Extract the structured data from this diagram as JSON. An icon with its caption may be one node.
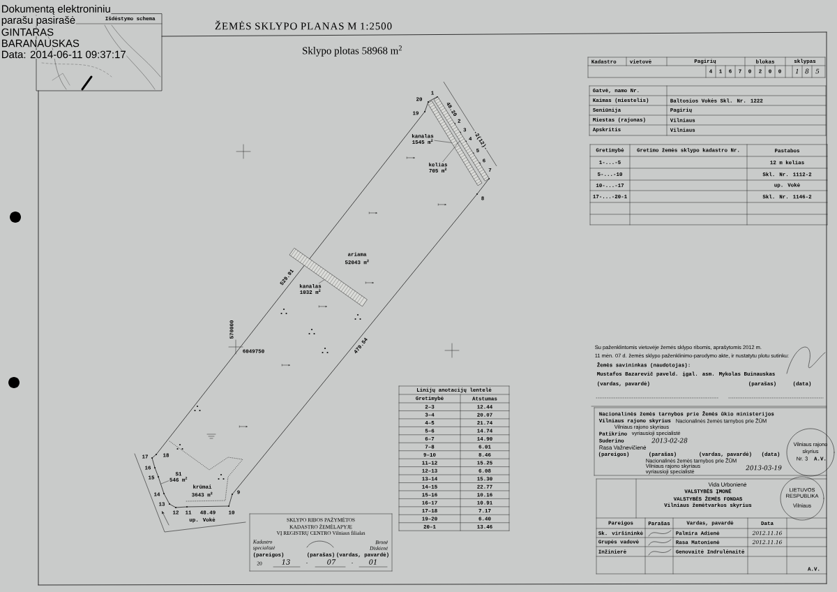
{
  "diagram": {
    "title": "ŽEMĖS SKLYPO PLANAS M 1:2500",
    "nodes": [
      {
        "text": [
          "kanalas",
          "1545 m$^{2}$"
        ]
      },
      {
        "text": [],
        "shape": "bar"
      },
      {
        "text": [
          "kelias",
          "705 m$^{2}$"
        ]
      },
      {
        "text": [],
        "shape": "bar"
      },
      {
        "text": [
          "kanalas",
          "1032 m$^{2}$"
        ]
      },
      {
        "text": [],
        "shape": "bar"
      },
      {
        "text": [
          "S1",
          "546 m$^{2}$"
        ]
      }
    ],
    "edges": [
      {
        "from": 0,
        "to": 1,
        "arrow": "none"
      },
      {
        "from": 2,
        "to": 3,
        "arrow": "none"
      },
      {
        "from": 4,
        "to": 5,
        "arrow": "none"
      },
      {
        "from": 6,
        "to": null,
        "arrow": "none"
      }
    ],
    "labels": [
      "Dokumentą elektroniniu",
      "parašu pasirašė",
      "GINTARAS",
      "BARANAUSKAS",
      "Data: 2014-06-11 09:37:17",
      "Išdėstymo schema",
      "Sklypo plotas 58968 m$^{2}$",
      "Kadastro",
      "vietovė",
      "Pagirių",
      "blokas",
      "sklypas",
      "4",
      "1",
      "6",
      "7",
      "0",
      "2",
      "0",
      "0",
      "1",
      "8",
      "5",
      "Gatvė, namo Nr.",
      "Kaimas (miestelis)",
      "Baltosios Vokės Skl. Nr. 1222",
      "Seniūnija",
      "Pagirių",
      "Miestas (rajonas)",
      "Vilniaus",
      "Apskritis",
      "Vilniaus",
      "Gretimybė",
      "Gretimo žemės sklypo kadastro Nr.",
      "Pastabos",
      "1-...-5",
      "12 m kelias",
      "5-...-10",
      "Skl. Nr. 1112-2",
      "10-...-17",
      "up. Vokė",
      "17-...-20-1",
      "Skl. Nr. 1146-2",
      "Su paženklintomis vietovėje žemės sklypo ribomis, aprašytomis 2012 m.",
      "11 mėn. 07 d. žemės sklypo paženklinimo-parodymo akte, ir nustatytu plotu sutinku:",
      "Žemės savininkas (naudotojas):",
      "Mustafos Bazarevič paveld. įgal. asm. Mykolas Buinauskas",
      "(vardas, pavardė)",
      "(parašas)",
      "(data)",
      "Nacionalinės žemės tarnybos prie Žemės ūkio ministerijos",
      "Vilniaus rajono skyrius",
      "Nacionalinės žemės tarnybos prie ŽŪM",
      "Vilniaus rajono skyriaus",
      "Patikrino",
      "vyriausioji specialistė",
      "Suderino",
      "2013-02-28",
      "Rasa Važnevičienė",
      "(pareigos)",
      "(parašas)",
      "(vardas, pavardė)",
      "(data)",
      "Nacionalinės žemės tarnybos prie ŽŪM",
      "Vilniaus rajono skyriaus",
      "vyriausioji specialistė",
      "2013-03-19",
      "Vilniaus rajono",
      "skyrius",
      "Nr. 3",
      "A.V.",
      "Vida Urbonienė",
      "VALSTYBĖS ĮMONĖ",
      "VALSTYBĖS ŽEMĖS FONDAS",
      "Vilniaus žemėtvarkos skyrius",
      "LIETUVOS RESPUBLIKA",
      "Vilniaus",
      "Pareigos",
      "Parašas",
      "Vardas, pavardė",
      "Data",
      "Sk. viršininkė",
      "Palmira Adienė",
      "2012.11.16",
      "Grupės vadovė",
      "Rasa Matonienė",
      "2012.11.16",
      "Inžinierė",
      "Genovaitė Indrulėnaitė",
      "A.V.",
      "Linijų anotacijų lentelė",
      "Gretimybė",
      "Atstumas",
      "2–3",
      "12.44",
      "3–4",
      "20.07",
      "4–5",
      "21.74",
      "5–6",
      "14.74",
      "6–7",
      "14.90",
      "7–8",
      "6.01",
      "9–10",
      "8.46",
      "11–12",
      "15.25",
      "12–13",
      "6.08",
      "13–14",
      "15.30",
      "14–15",
      "22.77",
      "15–16",
      "10.16",
      "16–17",
      "10.91",
      "17–18",
      "7.17",
      "19–20",
      "6.40",
      "20–1",
      "13.46",
      "SKLYPO RIBOS PAŽYMĖTOS",
      "KADASTRO ŽEMĖLAPYJE",
      "VĮ REGISTRŲ CENTRO Vilniaus filialas",
      "Kadastro specialistė",
      "Bronė Diskienė",
      "(pareigos)",
      "(parašas)",
      "(vardas, pavardė)",
      "20",
      "13",
      "-",
      "07",
      "-",
      "01",
      "529.91",
      "479.54",
      "48.20",
      "-2(12)-",
      "570000",
      "6049750",
      "ariama",
      "52043 m$^{2}$",
      "krūmai",
      "3643 m$^{2}$",
      "up. Vokė",
      "1",
      "2",
      "3",
      "4",
      "5",
      "6",
      "7",
      "8",
      "20",
      "19",
      "17",
      "18",
      "16",
      "15",
      "14",
      "13",
      "12",
      "11",
      "48.49",
      "10",
      "9"
    ]
  }
}
